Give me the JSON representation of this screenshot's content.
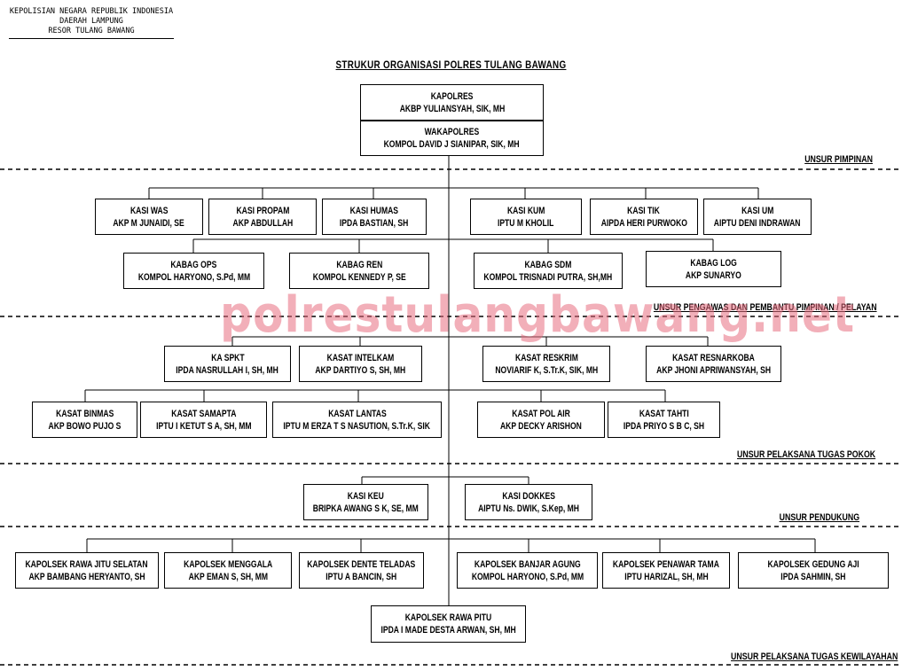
{
  "header": {
    "line1": "KEPOLISIAN NEGARA REPUBLIK INDONESIA",
    "line2": "DAERAH LAMPUNG",
    "line3": "RESOR TULANG BAWANG"
  },
  "title": "STRUKUR ORGANISASI POLRES TULANG BAWANG",
  "watermark": "polrestulangbawang.net",
  "sections": {
    "pimpinan": "UNSUR PIMPINAN",
    "pengawas": "UNSUR PENGAWAS DAN PEMBANTU PIMPINAN / PELAYAN",
    "pelaksana": "UNSUR PELAKSANA TUGAS POKOK",
    "pendukung": "UNSUR PENDUKUNG",
    "kewilayahan": "UNSUR PELAKSANA TUGAS KEWILAYAHAN"
  },
  "boxes": {
    "kapolres": {
      "title": "KAPOLRES",
      "name": "AKBP YULIANSYAH, SIK, MH"
    },
    "wakapolres": {
      "title": "WAKAPOLRES",
      "name": "KOMPOL DAVID J SIANIPAR, SIK, MH"
    },
    "kasi_was": {
      "title": "KASI WAS",
      "name": "AKP M JUNAIDI, SE"
    },
    "kasi_propam": {
      "title": "KASI PROPAM",
      "name": "AKP ABDULLAH"
    },
    "kasi_humas": {
      "title": "KASI HUMAS",
      "name": "IPDA BASTIAN, SH"
    },
    "kasi_kum": {
      "title": "KASI KUM",
      "name": "IPTU M KHOLIL"
    },
    "kasi_tik": {
      "title": "KASI TIK",
      "name": "AIPDA HERI PURWOKO"
    },
    "kasi_um": {
      "title": "KASI UM",
      "name": "AIPTU DENI INDRAWAN"
    },
    "kabag_ops": {
      "title": "KABAG OPS",
      "name": "KOMPOL HARYONO, S.Pd, MM"
    },
    "kabag_ren": {
      "title": "KABAG REN",
      "name": "KOMPOL KENNEDY P, SE"
    },
    "kabag_sdm": {
      "title": "KABAG SDM",
      "name": "KOMPOL TRISNADI PUTRA, SH,MH"
    },
    "kabag_log": {
      "title": "KABAG LOG",
      "name": "AKP SUNARYO"
    },
    "ka_spkt": {
      "title": "KA SPKT",
      "name": "IPDA NASRULLAH I, SH, MH"
    },
    "kasat_intelkam": {
      "title": "KASAT INTELKAM",
      "name": "AKP DARTIYO S, SH, MH"
    },
    "kasat_reskrim": {
      "title": "KASAT RESKRIM",
      "name": "NOVIARIF K, S.Tr.K, SIK, MH"
    },
    "kasat_resnarkoba": {
      "title": "KASAT RESNARKOBA",
      "name": "AKP JHONI APRIWANSYAH, SH"
    },
    "kasat_binmas": {
      "title": "KASAT BINMAS",
      "name": "AKP BOWO PUJO S"
    },
    "kasat_samapta": {
      "title": "KASAT SAMAPTA",
      "name": "IPTU I KETUT S A, SH, MM"
    },
    "kasat_lantas": {
      "title": "KASAT LANTAS",
      "name": "IPTU M ERZA T S NASUTION, S.Tr.K, SIK"
    },
    "kasat_polair": {
      "title": "KASAT POL AIR",
      "name": "AKP DECKY ARISHON"
    },
    "kasat_tahti": {
      "title": "KASAT TAHTI",
      "name": "IPDA PRIYO S B C, SH"
    },
    "kasi_keu": {
      "title": "KASI KEU",
      "name": "BRIPKA AWANG S K, SE, MM"
    },
    "kasi_dokkes": {
      "title": "KASI DOKKES",
      "name": "AIPTU Ns. DWIK, S.Kep, MH"
    },
    "kapolsek_rawajitu": {
      "title": "KAPOLSEK RAWA JITU SELATAN",
      "name": "AKP BAMBANG HERYANTO, SH"
    },
    "kapolsek_menggala": {
      "title": "KAPOLSEK MENGGALA",
      "name": "AKP EMAN S, SH, MM"
    },
    "kapolsek_dente": {
      "title": "KAPOLSEK DENTE TELADAS",
      "name": "IPTU A BANCIN, SH"
    },
    "kapolsek_banjar": {
      "title": "KAPOLSEK BANJAR AGUNG",
      "name": "KOMPOL HARYONO, S.Pd, MM"
    },
    "kapolsek_penawar": {
      "title": "KAPOLSEK PENAWAR TAMA",
      "name": "IPTU HARIZAL, SH, MH"
    },
    "kapolsek_gedung": {
      "title": "KAPOLSEK GEDUNG AJI",
      "name": "IPDA SAHMIN, SH"
    },
    "kapolsek_rawapitu": {
      "title": "KAPOLSEK RAWA PITU",
      "name": "IPDA I MADE DESTA ARWAN, SH, MH"
    }
  }
}
